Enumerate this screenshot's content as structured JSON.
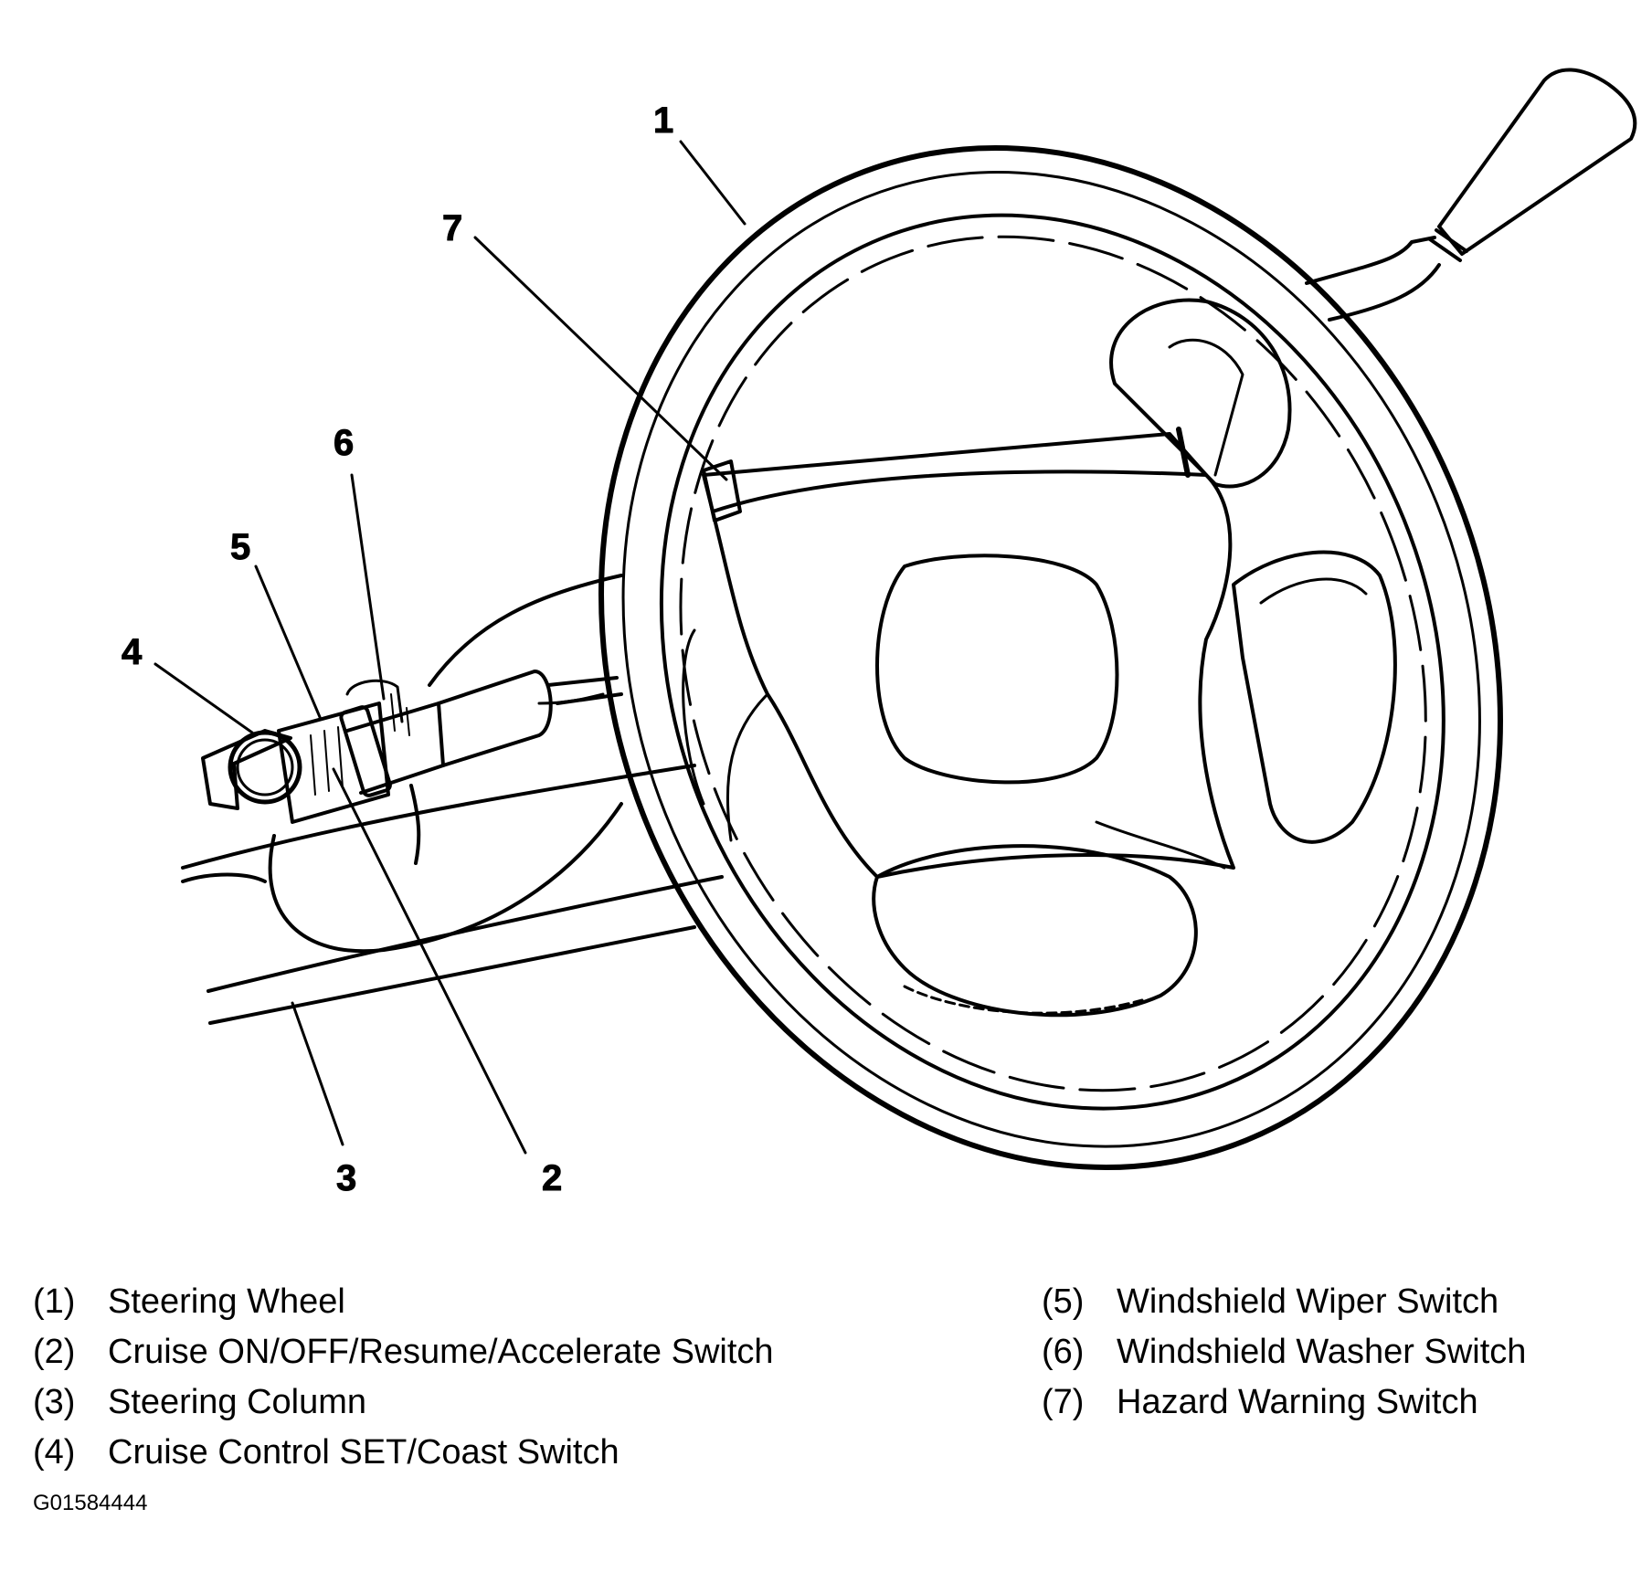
{
  "callouts": {
    "c1": "1",
    "c2": "2",
    "c3": "3",
    "c4": "4",
    "c5": "5",
    "c6": "6",
    "c7": "7"
  },
  "legend": {
    "left": [
      {
        "num": "(1)",
        "label": "Steering Wheel"
      },
      {
        "num": "(2)",
        "label": "Cruise ON/OFF/Resume/Accelerate Switch"
      },
      {
        "num": "(3)",
        "label": "Steering Column"
      },
      {
        "num": "(4)",
        "label": "Cruise Control SET/Coast Switch"
      }
    ],
    "right": [
      {
        "num": "(5)",
        "label": "Windshield Wiper Switch"
      },
      {
        "num": "(6)",
        "label": "Windshield Washer Switch"
      },
      {
        "num": "(7)",
        "label": "Hazard Warning Switch"
      }
    ]
  },
  "figure_id": "G01584444"
}
